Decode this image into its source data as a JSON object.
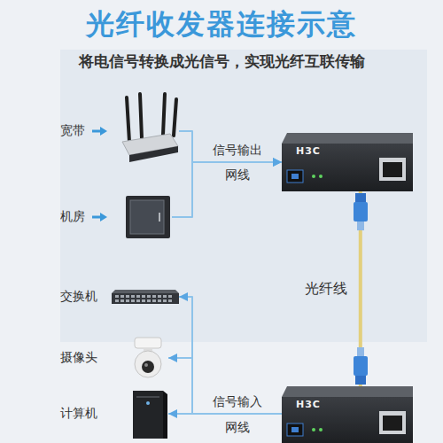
{
  "diagram": {
    "title": "光纤收发器连接示意",
    "nodes": [
      {
        "text": [
          "宽带"
        ]
      },
      {
        "text": [
          "机房"
        ]
      },
      {
        "text": [
          "交换机"
        ]
      },
      {
        "text": [
          "摄像头"
        ]
      },
      {
        "text": [
          "计算机"
        ]
      },
      {
        "text": [
          "H3C"
        ]
      },
      {
        "text": [
          "H3C"
        ]
      }
    ],
    "edges": [
      {
        "from": 0,
        "to": 5,
        "arrow": "to",
        "label": "信号输出"
      },
      {
        "from": 1,
        "to": 5,
        "arrow": "to"
      },
      {
        "from": 5,
        "to": 6,
        "arrow": "none",
        "label": "光纤线"
      },
      {
        "from": 6,
        "to": 2,
        "arrow": "to",
        "label": "信号输入"
      },
      {
        "from": 6,
        "to": 3,
        "arrow": "to"
      },
      {
        "from": 6,
        "to": 4,
        "arrow": "to"
      }
    ],
    "labels": [
      "将电信号转换成光信号，实现光纤互联传输",
      "网线",
      "网线"
    ]
  }
}
